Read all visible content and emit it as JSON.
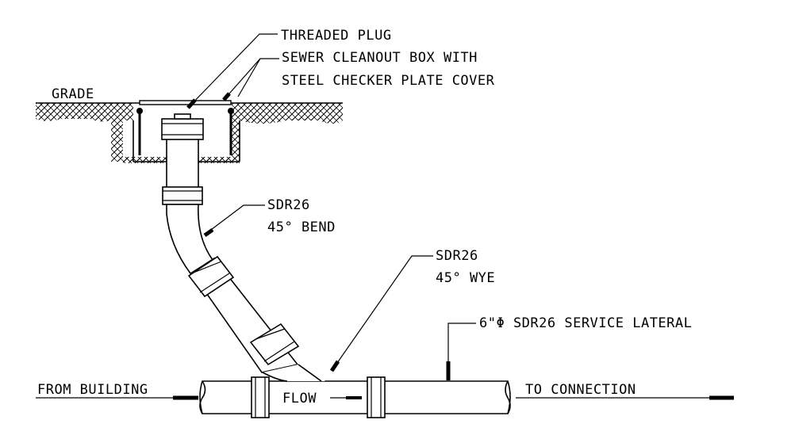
{
  "labels": {
    "threaded_plug": "THREADED PLUG",
    "cleanout_box_line1": "SEWER CLEANOUT BOX WITH",
    "cleanout_box_line2": "STEEL CHECKER PLATE COVER",
    "grade": "GRADE",
    "bend_line1": "SDR26",
    "bend_line2": "45° BEND",
    "wye_line1": "SDR26",
    "wye_line2": "45° WYE",
    "service_lateral": "6\"Φ SDR26 SERVICE LATERAL",
    "from_building": "FROM BUILDING",
    "to_connection": "TO CONNECTION",
    "flow": "FLOW"
  },
  "colors": {
    "line": "#000000",
    "background": "#ffffff"
  }
}
